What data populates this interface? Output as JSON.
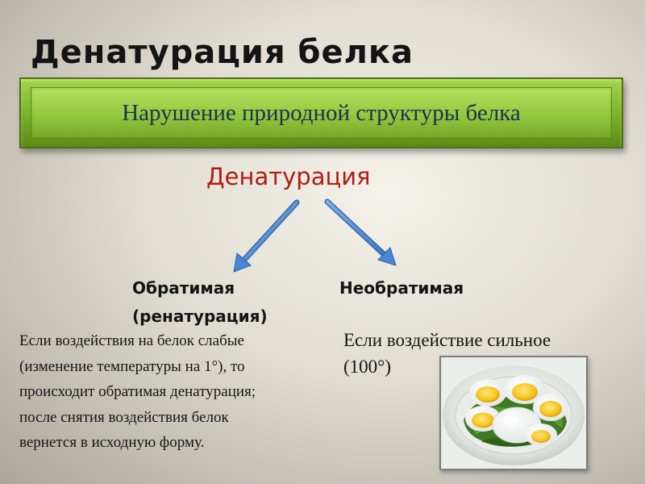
{
  "slide": {
    "title": "Денатурация белка",
    "banner": "Нарушение природной структуры белка",
    "center_label": "Денатурация",
    "left_branch": {
      "line1": "Обратимая",
      "line2": "(ренатурация)"
    },
    "right_branch": {
      "label": "Необратимая"
    },
    "left_description": [
      "Если воздействия на белок слабые",
      "(изменение температуры на 1°), то",
      "происходит обратимая денатурация;",
      "после снятия воздействия белок",
      "вернется в исходную форму."
    ],
    "right_description": [
      "Если воздействие сильное",
      "(100°)"
    ],
    "image_subject": "boiled-eggs-on-lettuce",
    "colors": {
      "title": "#141414",
      "banner_green": "#94c83e",
      "banner_text": "#1f2f52",
      "center_label": "#b41a12",
      "arrow_blue": "#4a86d8"
    }
  }
}
